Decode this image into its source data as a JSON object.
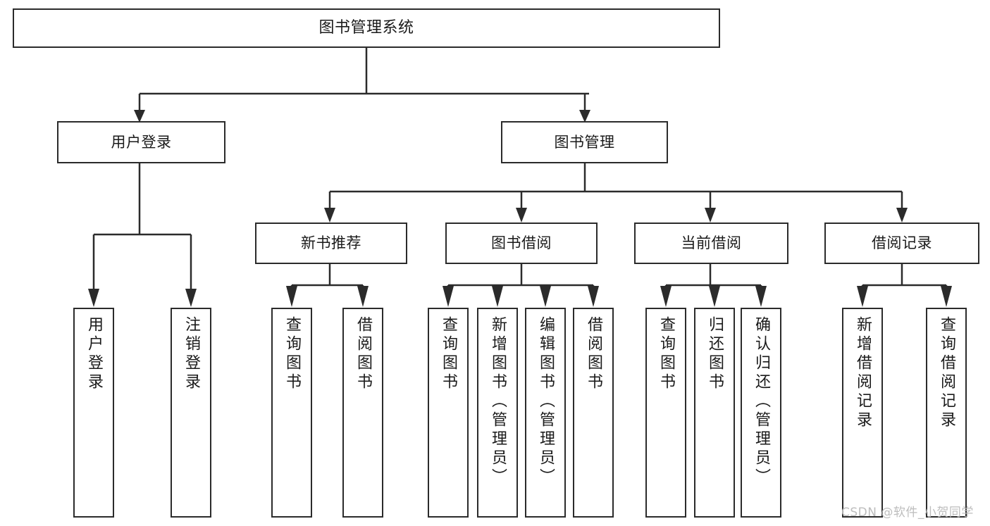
{
  "diagram": {
    "title_node": {
      "id": "root",
      "label": "图书管理系统"
    },
    "level2": [
      {
        "id": "user-login",
        "label": "用户登录"
      },
      {
        "id": "book-management",
        "label": "图书管理"
      }
    ],
    "level3": [
      {
        "id": "new-book-recommend",
        "label": "新书推荐"
      },
      {
        "id": "book-borrow",
        "label": "图书借阅"
      },
      {
        "id": "current-borrow",
        "label": "当前借阅"
      },
      {
        "id": "borrow-record",
        "label": "借阅记录"
      }
    ],
    "leaves": {
      "user_login": [
        {
          "id": "leaf-user-login",
          "label": "用户登录"
        },
        {
          "id": "leaf-logout-login",
          "label": "注销登录"
        }
      ],
      "new_book_recommend": [
        {
          "id": "leaf-query-book-1",
          "label": "查询图书"
        },
        {
          "id": "leaf-borrow-book-1",
          "label": "借阅图书"
        }
      ],
      "book_borrow": [
        {
          "id": "leaf-query-book-2",
          "label": "查询图书"
        },
        {
          "id": "leaf-add-book",
          "label": "新增图书（管理员）"
        },
        {
          "id": "leaf-edit-book",
          "label": "编辑图书（管理员）"
        },
        {
          "id": "leaf-borrow-book-2",
          "label": "借阅图书"
        }
      ],
      "current_borrow": [
        {
          "id": "leaf-query-book-3",
          "label": "查询图书"
        },
        {
          "id": "leaf-return-book",
          "label": "归还图书"
        },
        {
          "id": "leaf-confirm-return",
          "label": "确认归还（管理员）"
        }
      ],
      "borrow_record": [
        {
          "id": "leaf-add-record",
          "label": "新增借阅记录"
        },
        {
          "id": "leaf-query-record",
          "label": "查询借阅记录"
        }
      ]
    }
  },
  "watermark": {
    "text": "CSDN @软件_小贺同学"
  },
  "colors": {
    "stroke": "#2b2b2b",
    "background": "#ffffff",
    "text": "#1a1a1a",
    "watermark": "#bdbdbd"
  }
}
